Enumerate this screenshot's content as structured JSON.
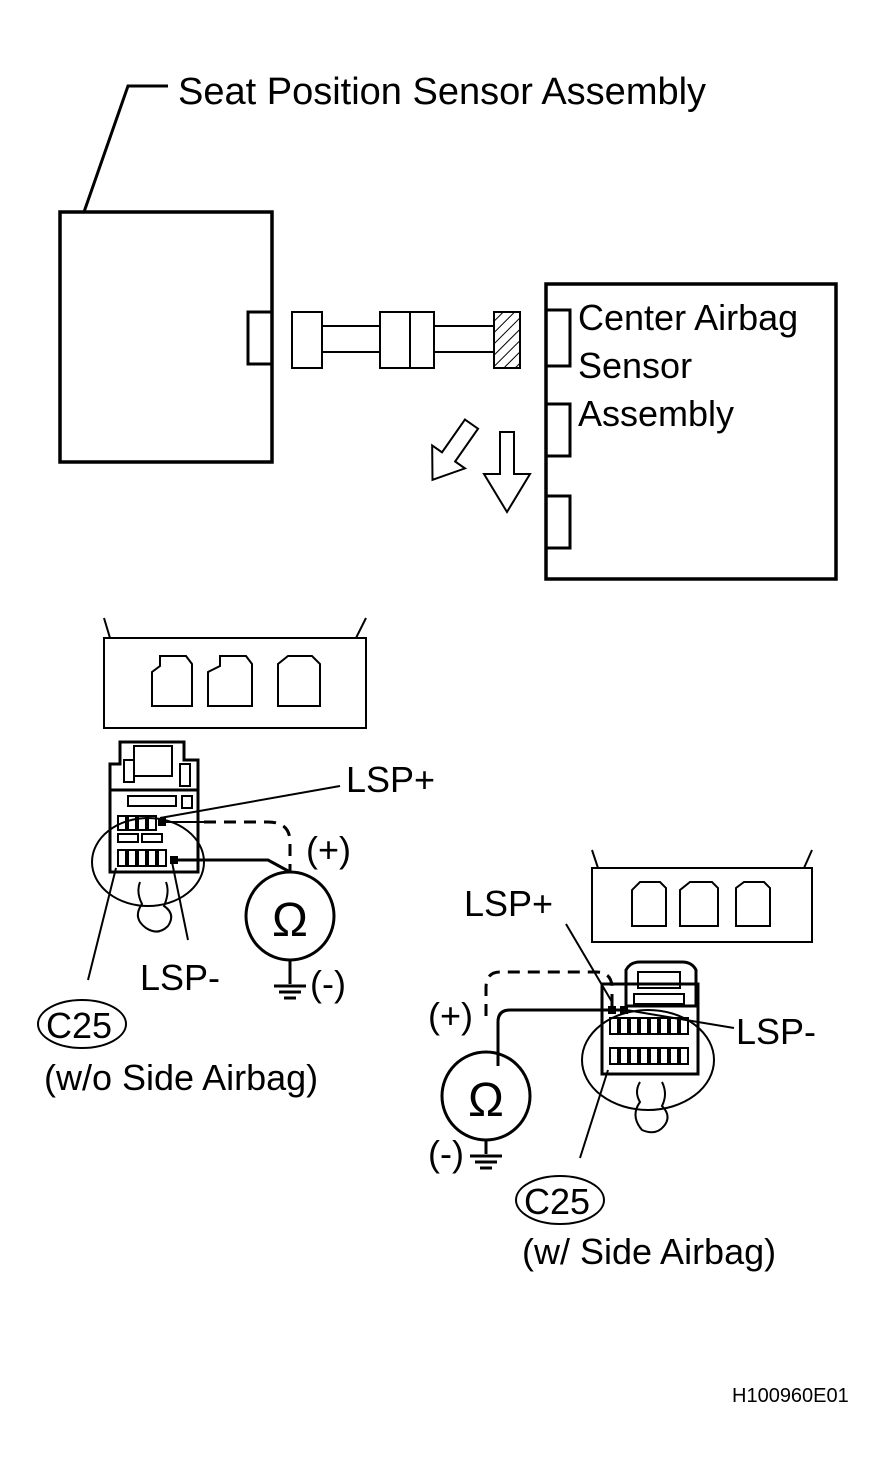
{
  "labels": {
    "seat_sensor": "Seat Position Sensor Assembly",
    "center_airbag_line1": "Center Airbag",
    "center_airbag_line2": "Sensor",
    "center_airbag_line3": "Assembly",
    "lsp_plus_a": "LSP+",
    "lsp_minus_a": "LSP-",
    "plus_a": "(+)",
    "minus_a": "(-)",
    "ohm_a": "Ω",
    "connector_a": "C25",
    "variant_a": "(w/o Side Airbag)",
    "lsp_plus_b": "LSP+",
    "lsp_minus_b": "LSP-",
    "plus_b": "(+)",
    "minus_b": "(-)",
    "ohm_b": "Ω",
    "connector_b": "C25",
    "variant_b": "(w/ Side Airbag)",
    "figure_code": "H100960E01"
  }
}
